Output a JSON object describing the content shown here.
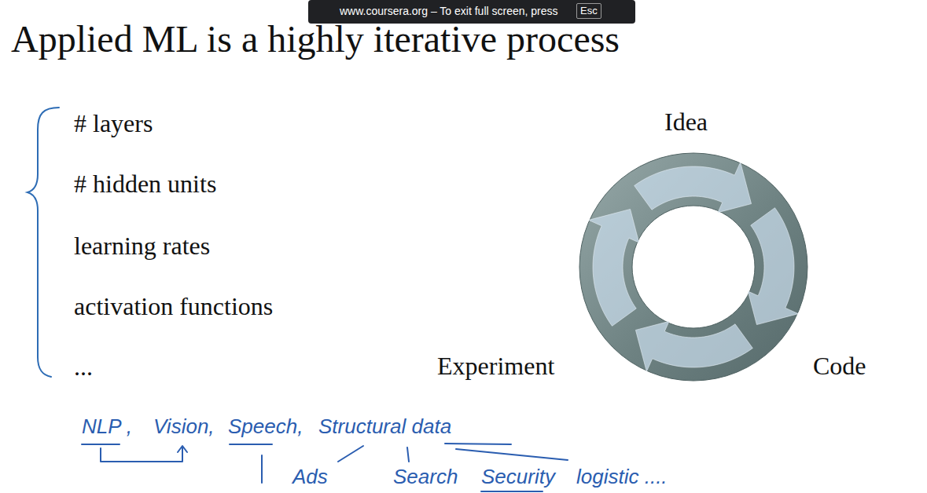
{
  "diagram": {
    "title": "Applied ML is a highly iterative process",
    "labels": [
      "www.coursera.org – To exit full screen, press",
      "Esc",
      "# layers",
      "# hidden units",
      "learning rates",
      "activation functions",
      "...",
      "Idea",
      "Experiment",
      "Code",
      "NLP ,",
      "Vision,",
      "Speech,",
      "Structural data",
      "Ads",
      "Search",
      "Security",
      "logistic ...."
    ]
  }
}
